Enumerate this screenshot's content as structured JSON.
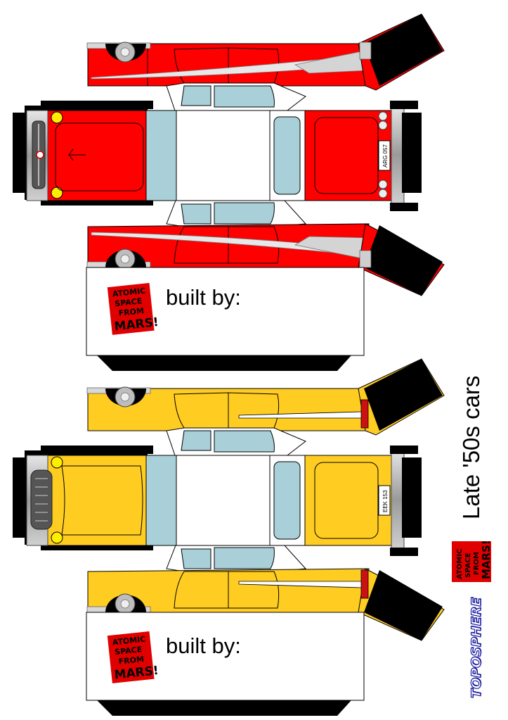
{
  "sheet": {
    "title": "Late '50s cars",
    "logo_topo": "TOPOSPHERE",
    "logo_mars": [
      "ATOMIC",
      "SPACE",
      "FROM",
      "MARS!"
    ]
  },
  "cars": [
    {
      "body_color": "#ff0000",
      "plate": "ARG 057",
      "built_by": "built by:"
    },
    {
      "body_color": "#ffcc22",
      "plate": "EEK 153",
      "built_by": "built by:"
    }
  ],
  "colors": {
    "window": "#a9cfd9",
    "chrome": "#bdbdbd",
    "tire": "#000000",
    "headlight": "#ffee00",
    "taillight_red": "#cc1111"
  }
}
